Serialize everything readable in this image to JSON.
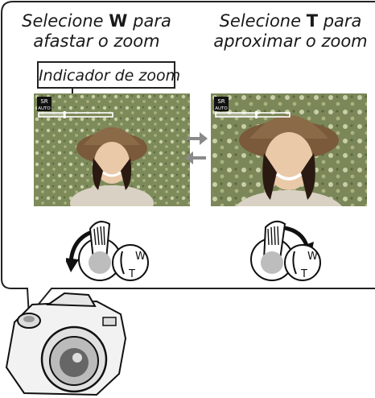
{
  "left_caption": {
    "line1_prefix": "Selecione ",
    "key": "W",
    "line1_suffix": " para",
    "line2": "afastar o zoom"
  },
  "right_caption": {
    "line1_prefix": "Selecione ",
    "key": "T",
    "line1_suffix": " para",
    "line2": "aproximar o zoom"
  },
  "zoom_label": "Indicador de zoom",
  "screen_badge": {
    "top": "SR",
    "bottom": "AUTO"
  },
  "lever_labels": {
    "wide": "W",
    "tele": "T"
  },
  "zoom_level": {
    "left_fraction": 0.35,
    "right_fraction": 0.55
  },
  "colors": {
    "line": "#222222",
    "arrow_gray": "#8a8a8a",
    "grass": "#7d8a5a",
    "hat": "#7a5a3a",
    "indicator": "#ffffff"
  }
}
